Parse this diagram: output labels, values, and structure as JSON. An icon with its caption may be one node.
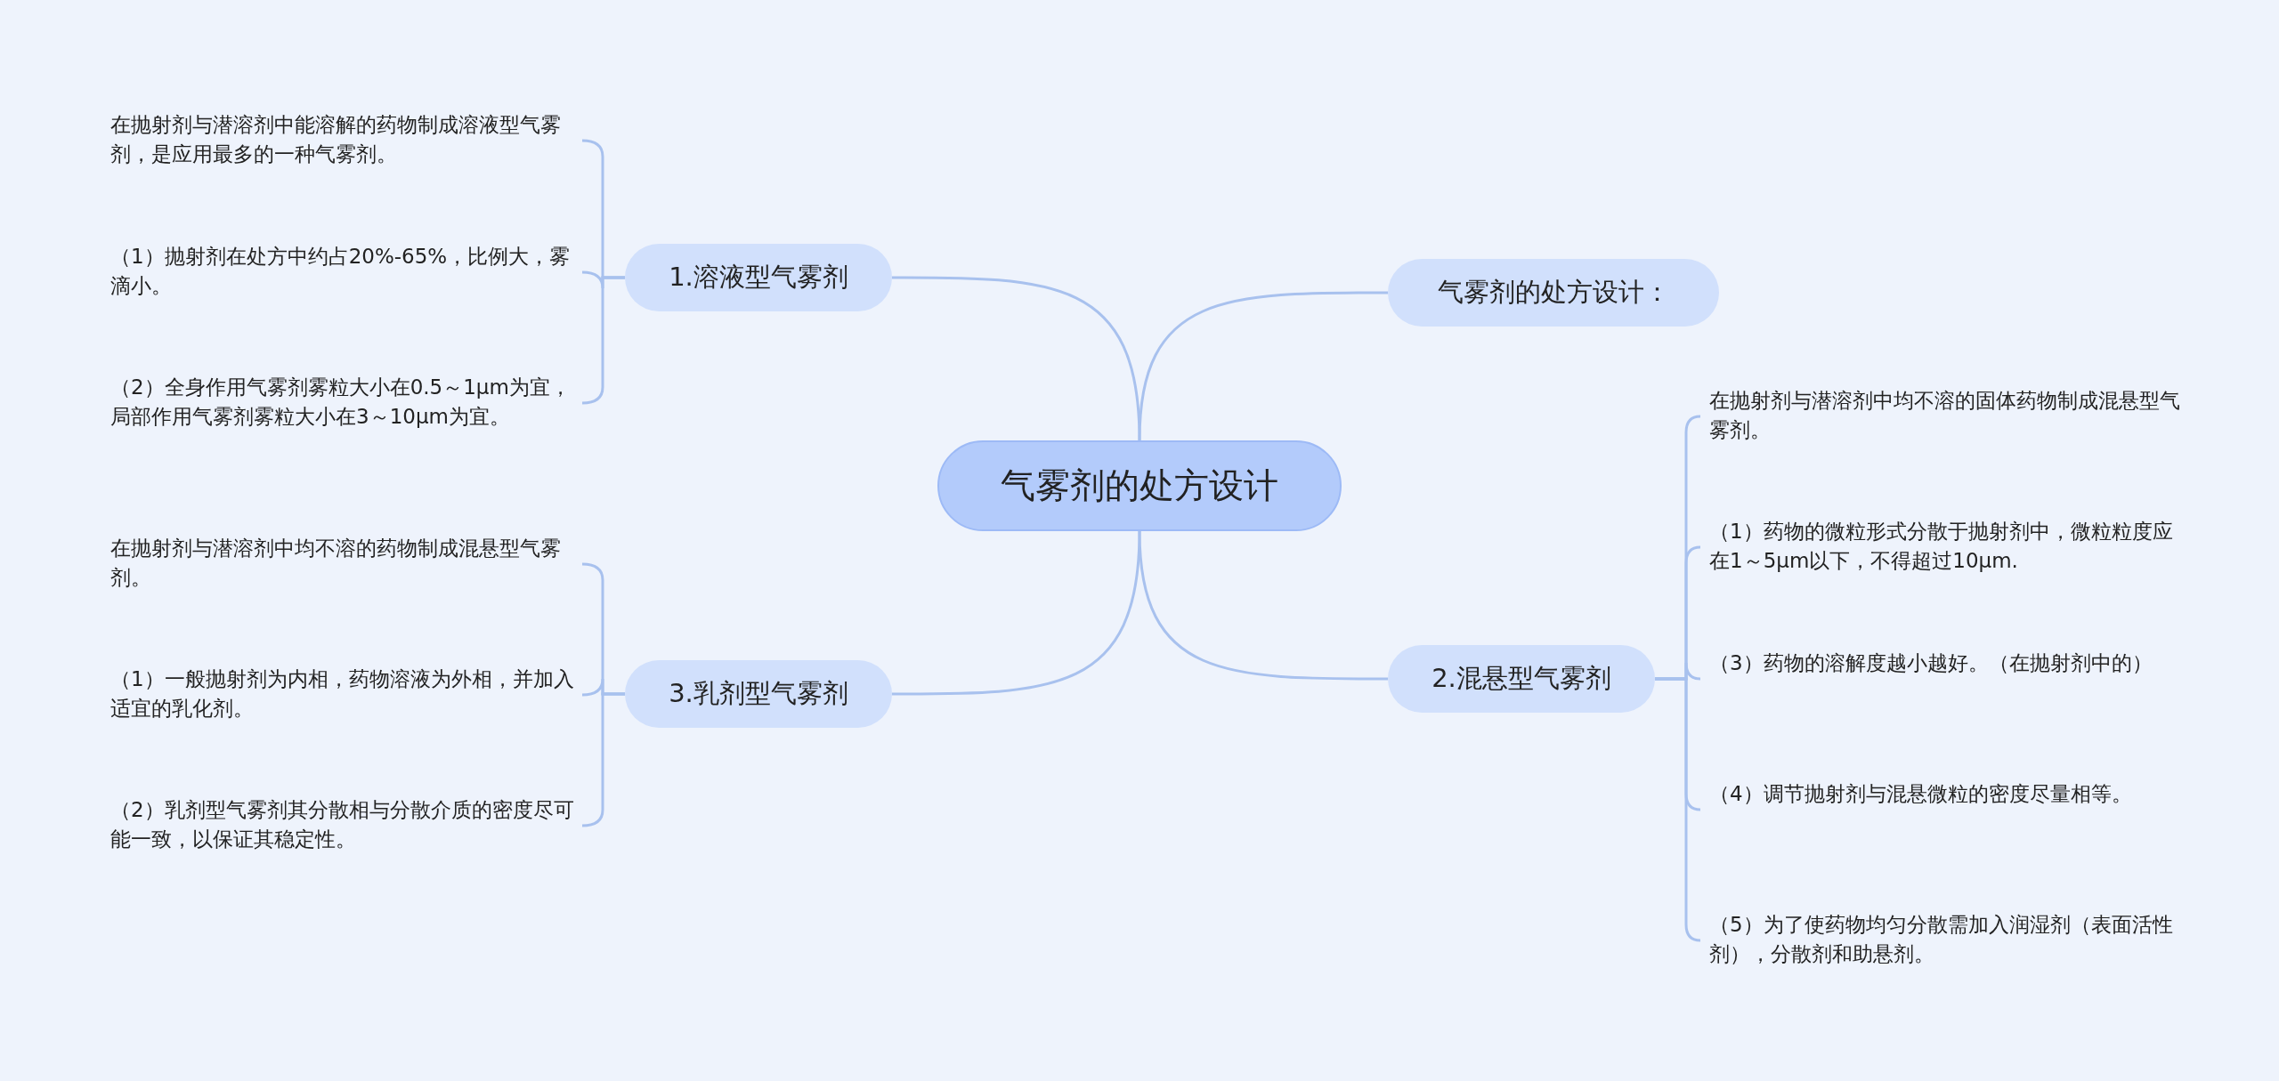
{
  "diagram": {
    "nodes": [
      {
        "text": [
          "气雾剂的处方设计"
        ]
      },
      {
        "text": [
          "1.溶液型气雾剂"
        ]
      },
      {
        "text": [
          "在抛射剂与潜溶剂中能溶解的药物制成溶液型气雾剂，是应用最多的一种气雾剂。"
        ]
      },
      {
        "text": [
          "（1）抛射剂在处方中约占20%-65%，比例大，雾滴小。"
        ]
      },
      {
        "text": [
          "（2）全身作用气雾剂雾粒大小在0.5～1μm为宜，局部作用气雾剂雾粒大小在3～10μm为宜。"
        ]
      },
      {
        "text": [
          "3.乳剂型气雾剂"
        ]
      },
      {
        "text": [
          "在抛射剂与潜溶剂中均不溶的药物制成混悬型气雾剂。"
        ]
      },
      {
        "text": [
          "（1）一般抛射剂为内相，药物溶液为外相，并加入适宜的乳化剂。"
        ]
      },
      {
        "text": [
          "（2）乳剂型气雾剂其分散相与分散介质的密度尽可能一致，以保证其稳定性。"
        ]
      },
      {
        "text": [
          "气雾剂的处方设计："
        ]
      },
      {
        "text": [
          "2.混悬型气雾剂"
        ]
      },
      {
        "text": [
          "在抛射剂与潜溶剂中均不溶的固体药物制成混悬型气雾剂。"
        ]
      },
      {
        "text": [
          "（1）药物的微粒形式分散于抛射剂中，微粒粒度应在1～5μm以下，不得超过10μm."
        ]
      },
      {
        "text": [
          "（3）药物的溶解度越小越好。（在抛射剂中的）"
        ]
      },
      {
        "text": [
          "（4）调节抛射剂与混悬微粒的密度尽量相等。"
        ]
      },
      {
        "text": [
          "（5）为了使药物均匀分散需加入润湿剂（表面活性剂），分散剂和助悬剂。"
        ]
      }
    ],
    "edges": [
      {
        "from": 0,
        "to": 1,
        "arrow": "none"
      },
      {
        "from": 1,
        "to": 2,
        "arrow": "none"
      },
      {
        "from": 1,
        "to": 3,
        "arrow": "none"
      },
      {
        "from": 1,
        "to": 4,
        "arrow": "none"
      },
      {
        "from": 0,
        "to": 5,
        "arrow": "none"
      },
      {
        "from": 5,
        "to": 6,
        "arrow": "none"
      },
      {
        "from": 5,
        "to": 7,
        "arrow": "none"
      },
      {
        "from": 5,
        "to": 8,
        "arrow": "none"
      },
      {
        "from": 0,
        "to": 9,
        "arrow": "none"
      },
      {
        "from": 0,
        "to": 10,
        "arrow": "none"
      },
      {
        "from": 10,
        "to": 11,
        "arrow": "none"
      },
      {
        "from": 10,
        "to": 12,
        "arrow": "none"
      },
      {
        "from": 10,
        "to": 13,
        "arrow": "none"
      },
      {
        "from": 10,
        "to": 14,
        "arrow": "none"
      },
      {
        "from": 10,
        "to": 15,
        "arrow": "none"
      }
    ]
  }
}
